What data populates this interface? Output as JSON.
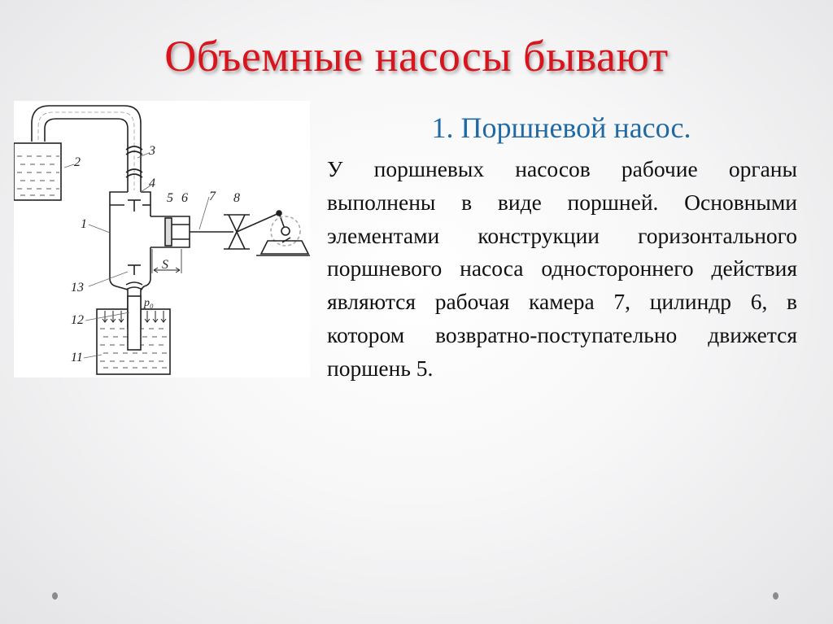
{
  "slide": {
    "title": "Объемные насосы бывают",
    "subtitle": "1. Поршневой насос.",
    "body": "У поршневых насосов рабочие органы выполнены в виде поршней. Основными элементами конструкции горизонтального поршневого насоса одностороннего действия являются рабочая камера 7, цилиндр 6, в котором возвратно-поступательно движется поршень 5.",
    "colors": {
      "title": "#d9141c",
      "subtitle": "#1f6aa5",
      "body": "#111111"
    }
  },
  "diagram": {
    "labels": {
      "l1": "1",
      "l2": "2",
      "l3": "3",
      "l4": "4",
      "l5": "5",
      "l6": "6",
      "l7": "7",
      "l8": "8",
      "l11": "11",
      "l12": "12",
      "l13": "13",
      "stroke": "S",
      "pressure": "p₀"
    }
  }
}
